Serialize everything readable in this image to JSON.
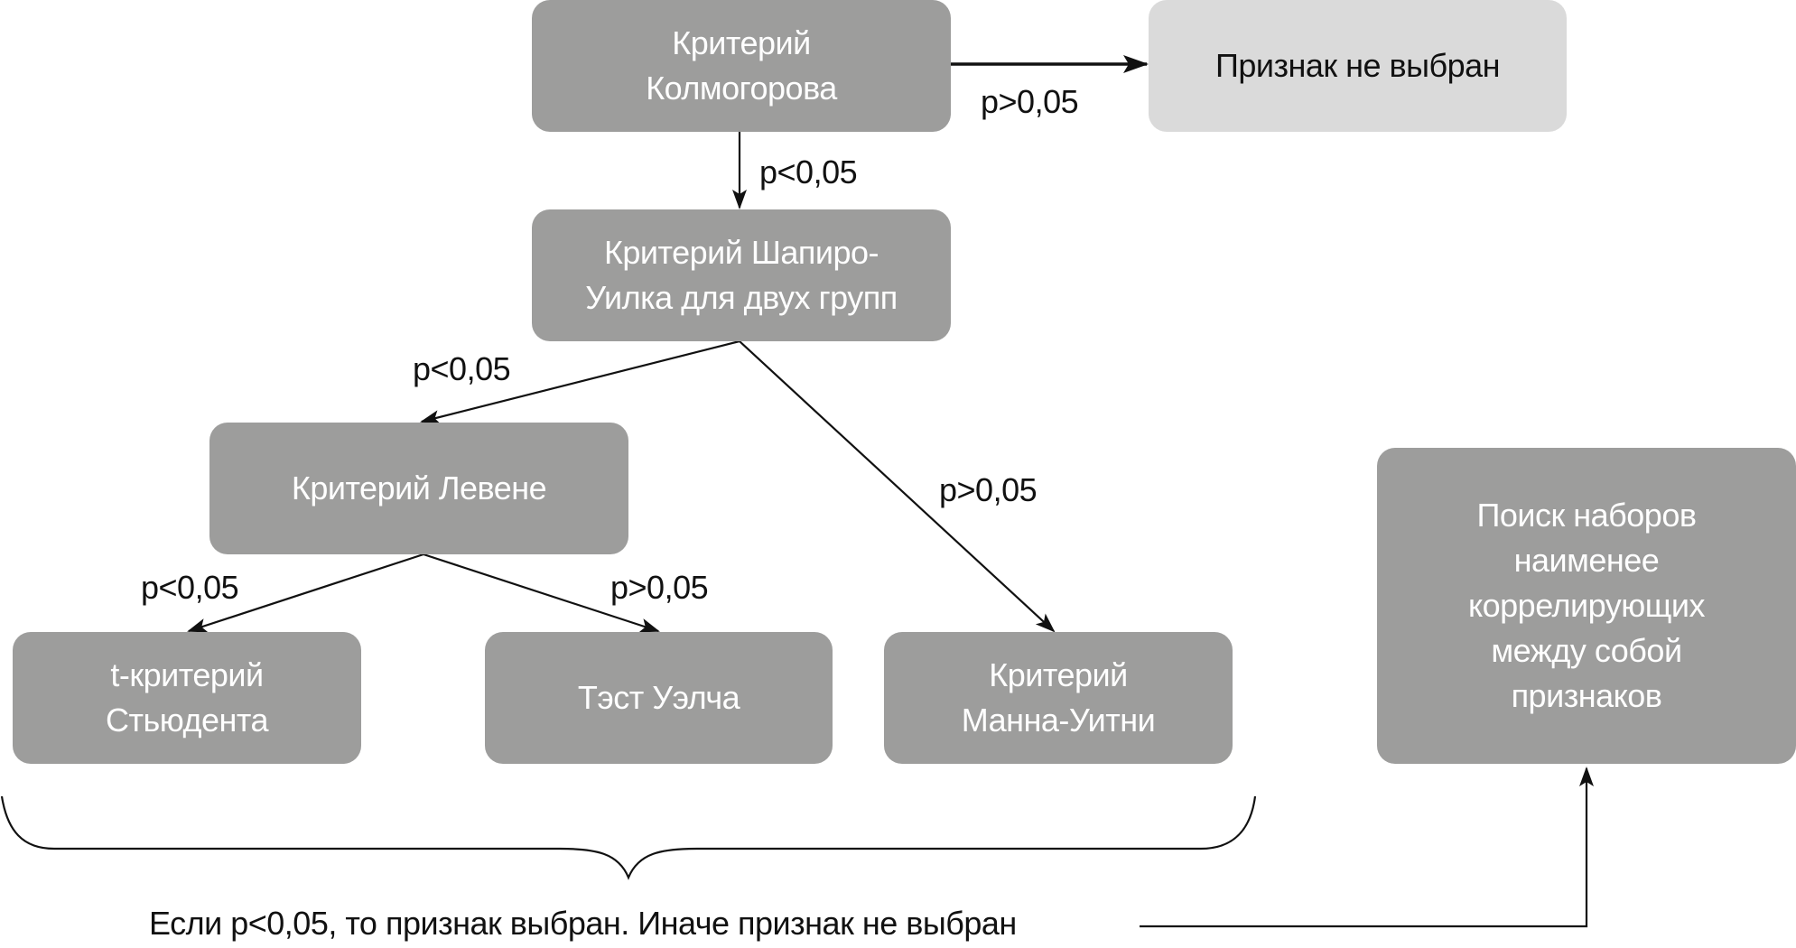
{
  "colors": {
    "process_box": "#9d9d9c",
    "terminal_box": "#dadada",
    "line": "#111111",
    "box_text_light": "#ffffff",
    "box_text_dark": "#111111"
  },
  "nodes": {
    "kolmogorov": "Критерий\nКолмогорова",
    "not_selected": "Признак не выбран",
    "shapiro": "Критерий Шапиро-\nУилка для двух групп",
    "levene": "Критерий Левене",
    "student": "t-критерий\nСтьюдента",
    "welch": "Тэст Уэлча",
    "mann_whitney": "Критерий\nМанна-Уитни",
    "search_sets": "Поиск наборов\nнаименее\nкоррелирующих\nмежду собой\nпризнаков"
  },
  "edges": {
    "kolmogorov_to_not_selected": "p>0,05",
    "kolmogorov_to_shapiro": "p<0,05",
    "shapiro_to_levene": "p<0,05",
    "shapiro_to_mann_whitney": "p>0,05",
    "levene_to_student": "p<0,05",
    "levene_to_welch": "p>0,05"
  },
  "note": "Если p<0,05, то признак выбран. Иначе признак не выбран"
}
